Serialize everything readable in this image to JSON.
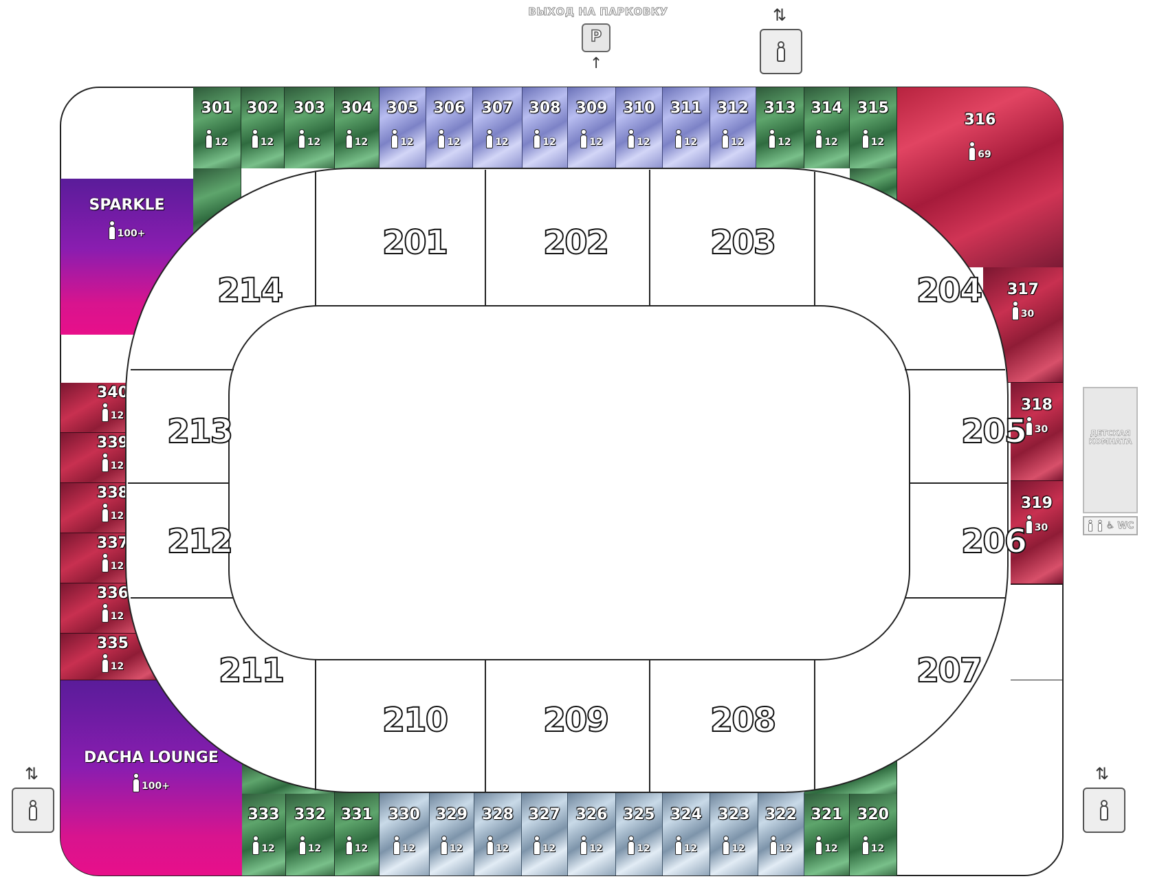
{
  "top_row": [
    {
      "id": "301",
      "cap": "12",
      "theme": "green"
    },
    {
      "id": "302",
      "cap": "12",
      "theme": "green"
    },
    {
      "id": "303",
      "cap": "12",
      "theme": "green"
    },
    {
      "id": "304",
      "cap": "12",
      "theme": "green"
    },
    {
      "id": "305",
      "cap": "12",
      "theme": "violet"
    },
    {
      "id": "306",
      "cap": "12",
      "theme": "violet"
    },
    {
      "id": "307",
      "cap": "12",
      "theme": "violet"
    },
    {
      "id": "308",
      "cap": "12",
      "theme": "violet"
    },
    {
      "id": "309",
      "cap": "12",
      "theme": "violet"
    },
    {
      "id": "310",
      "cap": "12",
      "theme": "violet"
    },
    {
      "id": "311",
      "cap": "12",
      "theme": "violet"
    },
    {
      "id": "312",
      "cap": "12",
      "theme": "violet"
    },
    {
      "id": "313",
      "cap": "12",
      "theme": "green"
    },
    {
      "id": "314",
      "cap": "12",
      "theme": "green"
    },
    {
      "id": "315",
      "cap": "12",
      "theme": "green"
    }
  ],
  "bottom_row": [
    {
      "id": "333",
      "cap": "12",
      "theme": "green"
    },
    {
      "id": "332",
      "cap": "12",
      "theme": "green"
    },
    {
      "id": "331",
      "cap": "12",
      "theme": "green"
    },
    {
      "id": "330",
      "cap": "12",
      "theme": "ice"
    },
    {
      "id": "329",
      "cap": "12",
      "theme": "ice"
    },
    {
      "id": "328",
      "cap": "12",
      "theme": "ice"
    },
    {
      "id": "327",
      "cap": "12",
      "theme": "ice"
    },
    {
      "id": "326",
      "cap": "12",
      "theme": "ice"
    },
    {
      "id": "325",
      "cap": "12",
      "theme": "ice"
    },
    {
      "id": "324",
      "cap": "12",
      "theme": "ice"
    },
    {
      "id": "323",
      "cap": "12",
      "theme": "ice"
    },
    {
      "id": "322",
      "cap": "12",
      "theme": "ice"
    },
    {
      "id": "321",
      "cap": "12",
      "theme": "green"
    },
    {
      "id": "320",
      "cap": "12",
      "theme": "green"
    }
  ],
  "left_column": [
    {
      "id": "340",
      "cap": "12"
    },
    {
      "id": "339",
      "cap": "12"
    },
    {
      "id": "338",
      "cap": "12"
    },
    {
      "id": "337",
      "cap": "12"
    },
    {
      "id": "336",
      "cap": "12"
    },
    {
      "id": "335",
      "cap": "12"
    }
  ],
  "right_column": [
    {
      "id": "316",
      "cap": "69"
    },
    {
      "id": "317",
      "cap": "30"
    },
    {
      "id": "318",
      "cap": "30"
    },
    {
      "id": "319",
      "cap": "30"
    }
  ],
  "lounges": {
    "sparkle": {
      "name": "SPARKLE",
      "cap": "100+"
    },
    "dacha": {
      "name": "DACHA LOUNGE",
      "cap": "100+"
    }
  },
  "inner_sectors": [
    "201",
    "202",
    "203",
    "204",
    "205",
    "206",
    "207",
    "208",
    "209",
    "210",
    "211",
    "212",
    "213",
    "214"
  ],
  "parking": {
    "label": "ВЫХОД НА ПАРКОВКУ",
    "symbol": "P",
    "arrow": "↑"
  },
  "elevator_arrows": "⇅",
  "kids_room": {
    "line1": "ДЕТСКАЯ",
    "line2": "КОМНАТА"
  },
  "wc": {
    "label": "WC",
    "icons": [
      "restroom-men-icon",
      "restroom-women-icon",
      "wheelchair-icon"
    ]
  }
}
